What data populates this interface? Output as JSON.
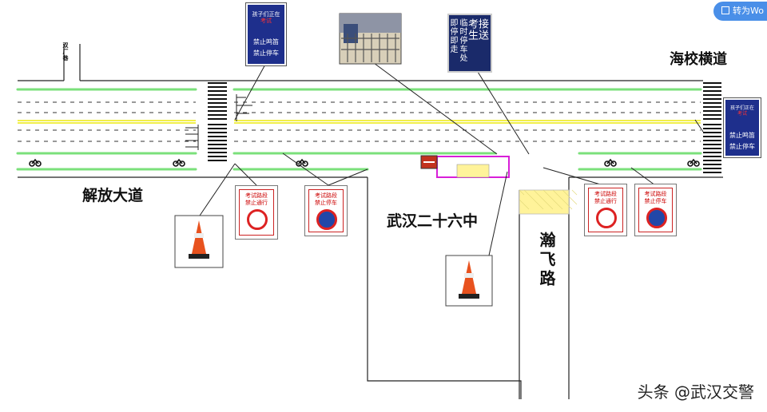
{
  "roads": {
    "main": "解放大道",
    "side": "海校横道",
    "vertical": "瀚飞路",
    "small_alley": "双厂巷",
    "school": "武汉二十六中"
  },
  "signs": {
    "exam_no_entry": {
      "line1": "考试路段",
      "line2": "禁止通行"
    },
    "exam_no_parking": {
      "line1": "考试路段",
      "line2": "禁止停车"
    },
    "children_sign": {
      "line1": "孩子们正在",
      "line2": "考试",
      "line3": "禁止鸣笛",
      "line4": "禁止停车"
    },
    "exam_dropoff": {
      "col1": "接送",
      "col2": "考生",
      "col3": "临时停车处",
      "col4": "即停即走"
    }
  },
  "ui": {
    "convert_button": "转为Wo"
  },
  "watermark": "头条 @武汉交警",
  "colors": {
    "lane_green": "#7be07b",
    "center_yellow": "#f1ef4a",
    "crossing_fill": "#fff39a",
    "sign_blue": "#1e2f8c",
    "cone_orange": "#e8521e",
    "zone_magenta": "#d81fd8"
  }
}
